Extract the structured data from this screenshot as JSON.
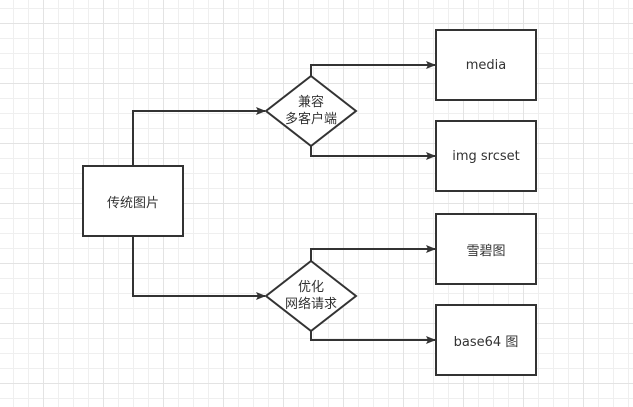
{
  "diagram": {
    "type": "flowchart",
    "colors": {
      "stroke": "#333333",
      "fill": "#ffffff",
      "grid": "#efefef"
    },
    "nodes": {
      "root": {
        "label": "传统图片",
        "shape": "rectangle"
      },
      "compat": {
        "line1": "兼容",
        "line2": "多客户端",
        "shape": "diamond"
      },
      "optimize": {
        "line1": "优化",
        "line2": "网络请求",
        "shape": "diamond"
      },
      "media": {
        "label": "media",
        "shape": "rectangle"
      },
      "srcset": {
        "label": "img srcset",
        "shape": "rectangle"
      },
      "sprite": {
        "label": "雪碧图",
        "shape": "rectangle"
      },
      "base64": {
        "label": "base64 图",
        "shape": "rectangle"
      }
    },
    "edges": [
      {
        "from": "root",
        "to": "compat"
      },
      {
        "from": "root",
        "to": "optimize"
      },
      {
        "from": "compat",
        "to": "media"
      },
      {
        "from": "compat",
        "to": "srcset"
      },
      {
        "from": "optimize",
        "to": "sprite"
      },
      {
        "from": "optimize",
        "to": "base64"
      }
    ]
  }
}
